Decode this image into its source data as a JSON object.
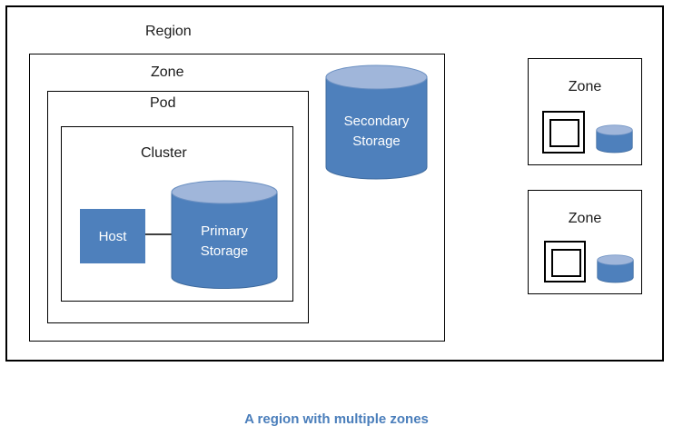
{
  "diagram": {
    "region": {
      "label": "Region"
    },
    "zone_main": {
      "label": "Zone"
    },
    "pod": {
      "label": "Pod"
    },
    "cluster": {
      "label": "Cluster"
    },
    "host": {
      "label": "Host"
    },
    "primary_storage": {
      "line1": "Primary",
      "line2": "Storage"
    },
    "secondary_storage": {
      "line1": "Secondary",
      "line2": "Storage"
    },
    "zone_right_1": {
      "label": "Zone"
    },
    "zone_right_2": {
      "label": "Zone"
    },
    "caption": "A region with multiple zones"
  },
  "colors": {
    "shape_body": "#4e80bc",
    "shape_top": "#a0b6da",
    "shape_stroke": "#3e6a9e",
    "shape_top_stroke": "#6b90c2",
    "box_border": "#000000",
    "shape_text": "#ffffff",
    "caption_text": "#4a7ebb"
  }
}
